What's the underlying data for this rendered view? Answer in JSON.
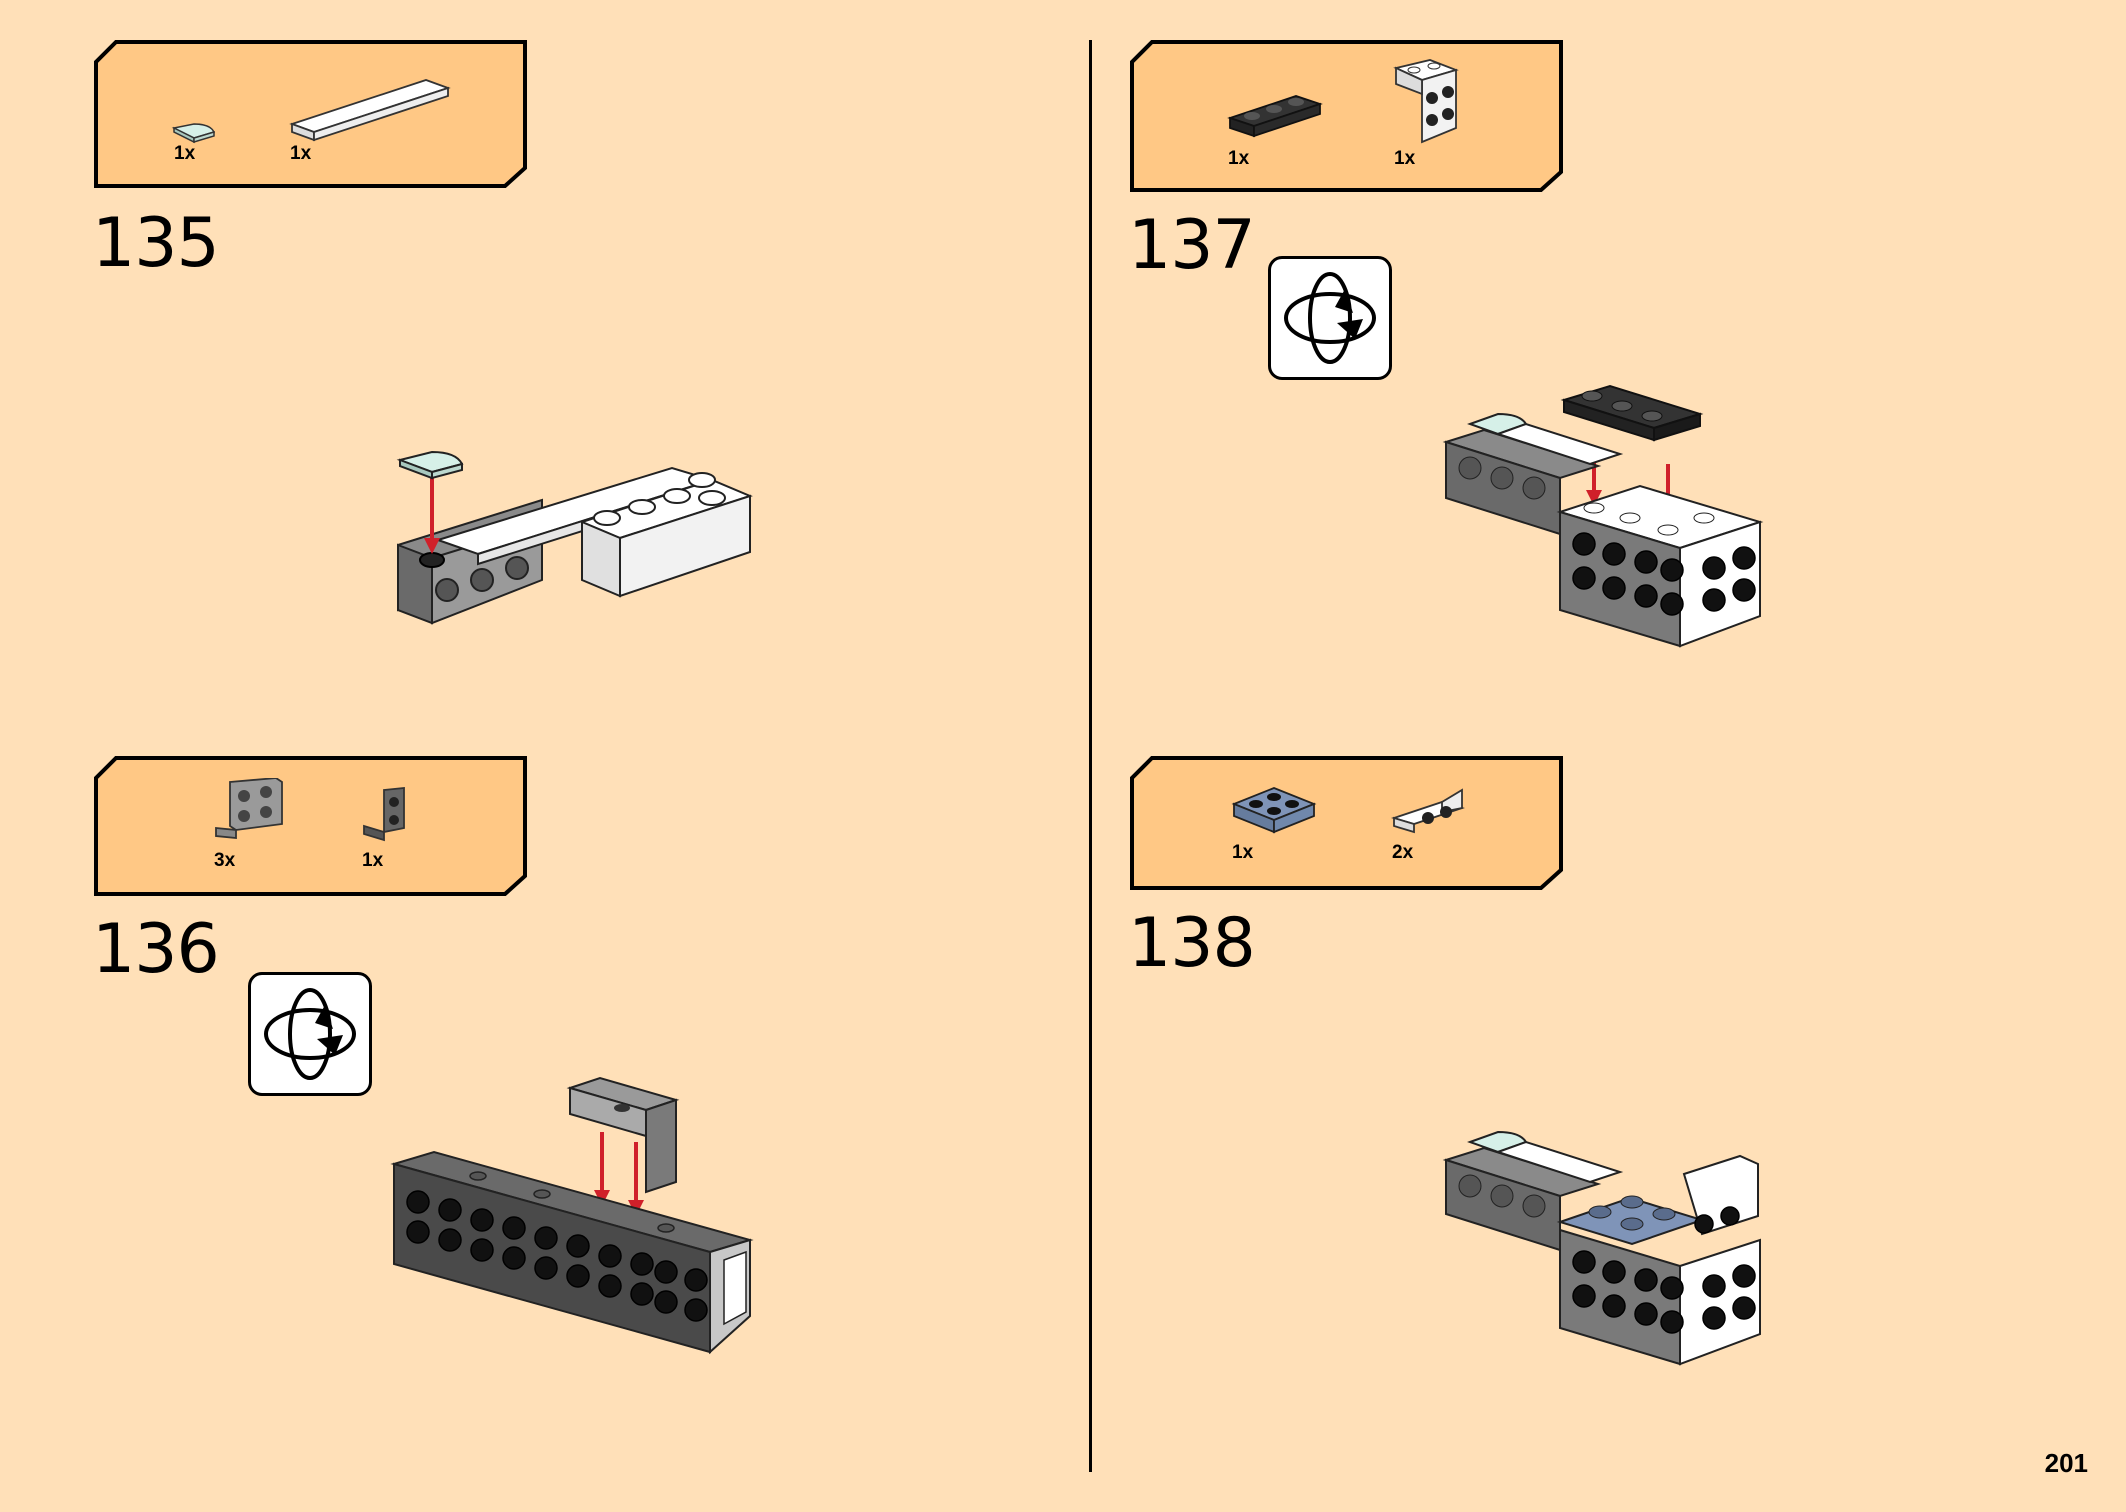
{
  "page_number": "201",
  "steps": [
    {
      "number": "135",
      "parts": [
        {
          "qty": "1x",
          "part": "mint-quarter-round-tile"
        },
        {
          "qty": "1x",
          "part": "white-long-tile"
        }
      ],
      "rotate": false
    },
    {
      "number": "136",
      "parts": [
        {
          "qty": "3x",
          "part": "gray-bracket"
        },
        {
          "qty": "1x",
          "part": "dark-gray-bracket"
        }
      ],
      "rotate": true
    },
    {
      "number": "137",
      "parts": [
        {
          "qty": "1x",
          "part": "black-plate-1x3"
        },
        {
          "qty": "1x",
          "part": "white-bracket-2x2"
        }
      ],
      "rotate": true
    },
    {
      "number": "138",
      "parts": [
        {
          "qty": "1x",
          "part": "sand-blue-plate-2x2"
        },
        {
          "qty": "2x",
          "part": "white-bracket-1x2"
        }
      ],
      "rotate": false
    }
  ],
  "colors": {
    "background": "#FFE0B8",
    "parts_box": "#FFC885",
    "arrow": "#D0202A"
  }
}
